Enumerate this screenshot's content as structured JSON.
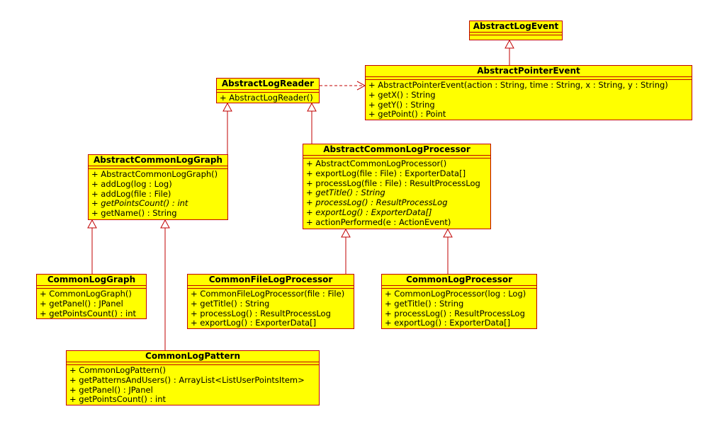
{
  "classes": {
    "abstract_log_event": {
      "name": "AbstractLogEvent",
      "operations": []
    },
    "abstract_pointer_event": {
      "name": "AbstractPointerEvent",
      "operations": [
        {
          "text": "+ AbstractPointerEvent(action : String, time : String, x : String, y : String)",
          "abstract": false
        },
        {
          "text": "+ getX() : String",
          "abstract": false
        },
        {
          "text": "+ getY() : String",
          "abstract": false
        },
        {
          "text": "+ getPoint() : Point",
          "abstract": false
        }
      ]
    },
    "abstract_log_reader": {
      "name": "AbstractLogReader",
      "operations": [
        {
          "text": "+ AbstractLogReader()",
          "abstract": false
        }
      ]
    },
    "abstract_common_log_graph": {
      "name": "AbstractCommonLogGraph",
      "operations": [
        {
          "text": "+ AbstractCommonLogGraph()",
          "abstract": false
        },
        {
          "text": "+ addLog(log : Log)",
          "abstract": false
        },
        {
          "text": "+ addLog(file : File)",
          "abstract": false
        },
        {
          "text": "+ getPointsCount() : int",
          "abstract": true
        },
        {
          "text": "+ getName() : String",
          "abstract": false
        }
      ]
    },
    "abstract_common_log_processor": {
      "name": "AbstractCommonLogProcessor",
      "operations": [
        {
          "text": "+ AbstractCommonLogProcessor()",
          "abstract": false
        },
        {
          "text": "+ exportLog(file : File) : ExporterData[]",
          "abstract": false
        },
        {
          "text": "+ processLog(file : File) : ResultProcessLog",
          "abstract": false
        },
        {
          "text": "+ getTitle() : String",
          "abstract": true
        },
        {
          "text": "+ processLog() : ResultProcessLog",
          "abstract": true
        },
        {
          "text": "+ exportLog() : ExporterData[]",
          "abstract": true
        },
        {
          "text": "+ actionPerformed(e : ActionEvent)",
          "abstract": false
        }
      ]
    },
    "common_log_graph": {
      "name": "CommonLogGraph",
      "operations": [
        {
          "text": "+ CommonLogGraph()",
          "abstract": false
        },
        {
          "text": "+ getPanel() : JPanel",
          "abstract": false
        },
        {
          "text": "+ getPointsCount() : int",
          "abstract": false
        }
      ]
    },
    "common_file_log_processor": {
      "name": "CommonFileLogProcessor",
      "operations": [
        {
          "text": "+ CommonFileLogProcessor(file : File)",
          "abstract": false
        },
        {
          "text": "+ getTitle() : String",
          "abstract": false
        },
        {
          "text": "+ processLog() : ResultProcessLog",
          "abstract": false
        },
        {
          "text": "+ exportLog() : ExporterData[]",
          "abstract": false
        }
      ]
    },
    "common_log_processor": {
      "name": "CommonLogProcessor",
      "operations": [
        {
          "text": "+ CommonLogProcessor(log : Log)",
          "abstract": false
        },
        {
          "text": "+ getTitle() : String",
          "abstract": false
        },
        {
          "text": "+ processLog() : ResultProcessLog",
          "abstract": false
        },
        {
          "text": "+ exportLog() : ExporterData[]",
          "abstract": false
        }
      ]
    },
    "common_log_pattern": {
      "name": "CommonLogPattern",
      "operations": [
        {
          "text": "+ CommonLogPattern()",
          "abstract": false
        },
        {
          "text": "+ getPatternsAndUsers() : ArrayList<ListUserPointsItem>",
          "abstract": false
        },
        {
          "text": "+ getPanel() : JPanel",
          "abstract": false
        },
        {
          "text": "+ getPointsCount() : int",
          "abstract": false
        }
      ]
    }
  },
  "relations": [
    {
      "type": "generalization",
      "from": "abstract_pointer_event",
      "to": "abstract_log_event"
    },
    {
      "type": "dependency",
      "from": "abstract_log_reader",
      "to": "abstract_pointer_event"
    },
    {
      "type": "generalization",
      "from": "abstract_common_log_graph",
      "to": "abstract_log_reader"
    },
    {
      "type": "generalization",
      "from": "abstract_common_log_processor",
      "to": "abstract_log_reader"
    },
    {
      "type": "generalization",
      "from": "common_log_graph",
      "to": "abstract_common_log_graph"
    },
    {
      "type": "generalization",
      "from": "common_log_pattern",
      "to": "abstract_common_log_graph"
    },
    {
      "type": "generalization",
      "from": "common_file_log_processor",
      "to": "abstract_common_log_processor"
    },
    {
      "type": "generalization",
      "from": "common_log_processor",
      "to": "abstract_common_log_processor"
    }
  ],
  "colors": {
    "fill": "#ffff00",
    "stroke": "#c00000",
    "text": "#000000"
  }
}
